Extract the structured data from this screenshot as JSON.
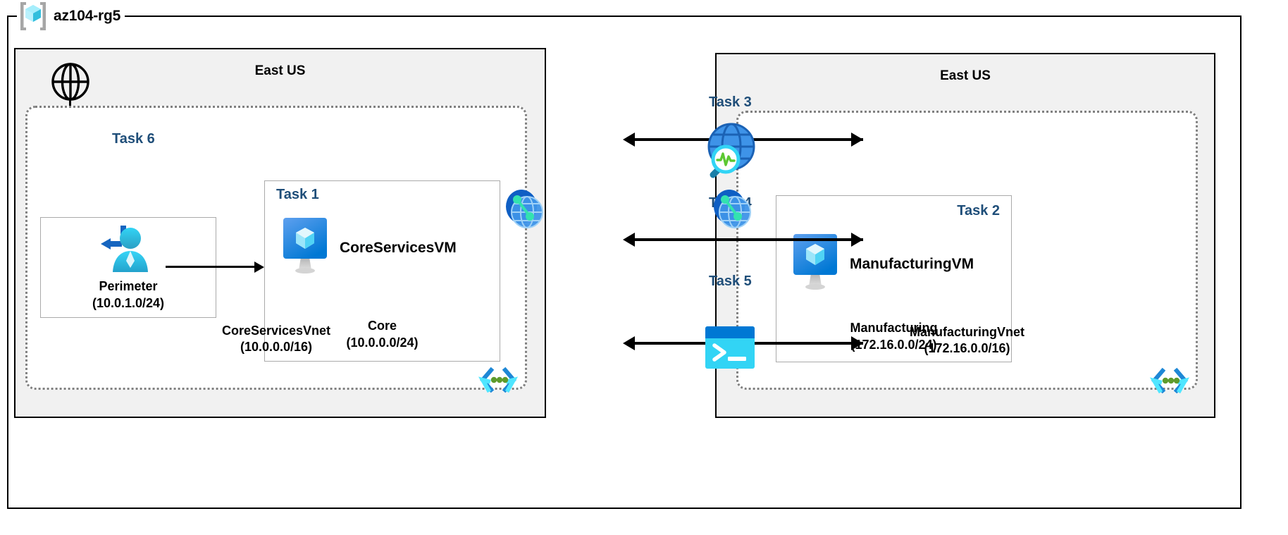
{
  "resource_group": {
    "name": "az104-rg5",
    "icon": "azure-resource-group-cube-icon"
  },
  "regions": [
    {
      "id": "left",
      "title": "East US"
    },
    {
      "id": "right",
      "title": "East US"
    }
  ],
  "left_region": {
    "title": "East US",
    "internet_icon": "globe-icon",
    "vnet": {
      "name": "CoreServicesVnet",
      "cidr": "(10.0.0.0/16)",
      "subnet_icon": "subnet-code-brackets-icon"
    },
    "subnets": [
      {
        "task": "Task 6",
        "name": "Perimeter",
        "cidr": "(10.0.1.0/24)",
        "icon": "user-signin-icon"
      },
      {
        "task": "Task 1",
        "name": "Core",
        "cidr": "(10.0.0.0/24)",
        "vm_name": "CoreServicesVM",
        "icon": "virtual-machine-icon"
      }
    ],
    "peering_icon": "vnet-peering-icon"
  },
  "right_region": {
    "title": "East US",
    "vnet": {
      "name": "ManufacturingVnet",
      "cidr": "(172.16.0.0/16)",
      "subnet_icon": "subnet-code-brackets-icon"
    },
    "subnets": [
      {
        "task": "Task 2",
        "name": "Manufacturing",
        "cidr": "(172.16.0.0/24)",
        "vm_name": "ManufacturingVM",
        "icon": "virtual-machine-icon"
      }
    ],
    "peering_icon": "vnet-peering-icon"
  },
  "center_tasks": [
    {
      "task": "Task 3",
      "icon": "network-watcher-globe-magnifier-icon"
    },
    {
      "task": "Task 4",
      "icon": "vnet-peering-icon"
    },
    {
      "task": "Task 5",
      "icon": "cloud-shell-terminal-icon"
    }
  ],
  "colors": {
    "task_label": "#1F4E79",
    "region_fill": "#F1F1F1",
    "vnet_border": "#808080",
    "subnet_border": "#AAAAAA",
    "azure_blue": "#0078D4",
    "cyan": "#32BEDD",
    "green": "#5E9B2C"
  }
}
